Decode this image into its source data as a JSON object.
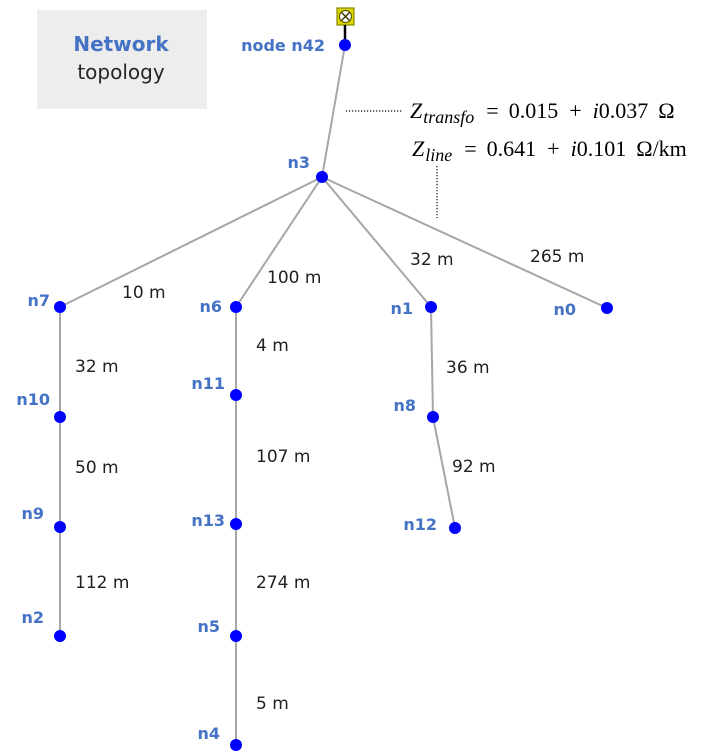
{
  "title_box": {
    "line1": "Network",
    "line2": "topology"
  },
  "icons": {
    "transformer": "transformer-icon"
  },
  "impedances": {
    "transformer": {
      "symbol": "Z",
      "subscript": "transfo",
      "equals": "=",
      "real": "0.015",
      "plus": "+",
      "imag_unit": "i",
      "imag": "0.037",
      "unit": "Ω"
    },
    "line": {
      "symbol": "Z",
      "subscript": "line",
      "equals": "=",
      "real": "0.641",
      "plus": "+",
      "imag_unit": "i",
      "imag": "0.101",
      "unit": "Ω/km"
    }
  },
  "network": {
    "label": "node n42",
    "children": [
      {
        "label": "n3",
        "children": [
          {
            "label": "n7",
            "edge_length": "10 m",
            "children": [
              {
                "label": "n10",
                "edge_length": "32 m",
                "children": [
                  {
                    "label": "n9",
                    "edge_length": "50 m",
                    "children": [
                      {
                        "label": "n2",
                        "edge_length": "112 m"
                      }
                    ]
                  }
                ]
              }
            ]
          },
          {
            "label": "n6",
            "edge_length": "100 m",
            "children": [
              {
                "label": "n11",
                "edge_length": "4 m",
                "children": [
                  {
                    "label": "n13",
                    "edge_length": "107 m",
                    "children": [
                      {
                        "label": "n5",
                        "edge_length": "274 m",
                        "children": [
                          {
                            "label": "n4",
                            "edge_length": "5 m"
                          }
                        ]
                      }
                    ]
                  }
                ]
              }
            ]
          },
          {
            "label": "n1",
            "edge_length": "32 m",
            "children": [
              {
                "label": "n8",
                "edge_length": "36 m",
                "children": [
                  {
                    "label": "n12",
                    "edge_length": "92 m"
                  }
                ]
              }
            ]
          },
          {
            "label": "n0",
            "edge_length": "265 m"
          }
        ]
      }
    ]
  },
  "colors": {
    "title_box": "#EDEDED",
    "title_accent": "#4472C4",
    "title_text": "#262626",
    "node_fill": "#0000FF",
    "node_label": "#4472C4",
    "edge": "#A6A6A6",
    "transformer_fill": "#DCD600",
    "transformer_stroke": "#8A8600",
    "callout": "#333333"
  }
}
